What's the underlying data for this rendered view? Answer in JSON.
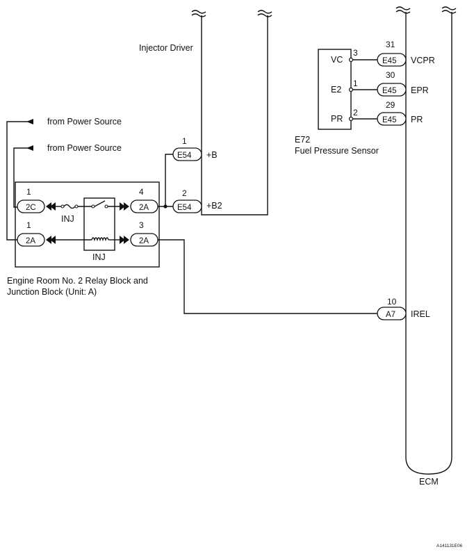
{
  "labels": {
    "injector_driver": "Injector Driver",
    "from_power_source_1": "from Power Source",
    "from_power_source_2": "from Power Source",
    "sensor_id": "E72",
    "sensor_name": "Fuel Pressure Sensor",
    "relay_block_line1": "Engine Room No. 2 Relay Block and",
    "relay_block_line2": "Junction Block (Unit: A)",
    "ecm": "ECM",
    "image_code": "A141131E06"
  },
  "sensor": {
    "pins": [
      {
        "name": "VC",
        "pin": "3"
      },
      {
        "name": "E2",
        "pin": "1"
      },
      {
        "name": "PR",
        "pin": "2"
      }
    ]
  },
  "ecm_connectors": [
    {
      "pin": "31",
      "connector": "E45",
      "signal": "VCPR"
    },
    {
      "pin": "30",
      "connector": "E45",
      "signal": "EPR"
    },
    {
      "pin": "29",
      "connector": "E45",
      "signal": "PR"
    },
    {
      "pin": "10",
      "connector": "A7",
      "signal": "IREL"
    }
  ],
  "driver_connectors": [
    {
      "pin": "1",
      "connector": "E54",
      "signal": "+B"
    },
    {
      "pin": "2",
      "connector": "E54",
      "signal": "+B2"
    }
  ],
  "relay_block": {
    "terminals": [
      {
        "pin": "1",
        "connector": "2C"
      },
      {
        "pin": "4",
        "connector": "2A"
      },
      {
        "pin": "1",
        "connector": "2A"
      },
      {
        "pin": "3",
        "connector": "2A"
      }
    ],
    "fuse_label": "INJ",
    "relay_label": "INJ"
  }
}
